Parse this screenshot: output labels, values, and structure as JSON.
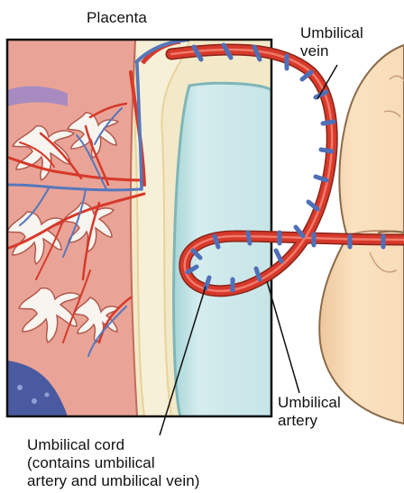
{
  "labels": {
    "placenta": "Placenta",
    "umbilical_vein": "Umbilical\nvein",
    "umbilical_artery": "Umbilical\nartery",
    "umbilical_cord": "Umbilical cord\n(contains umbilical\nartery and umbilical vein)"
  },
  "colors": {
    "placenta_tissue": "#e8a69a",
    "decidua": "#f5edd0",
    "amniotic_fluid": "#cfe8ea",
    "artery": "#d7392a",
    "vein": "#5577bb",
    "fetus_skin": "#f8dcb8",
    "villi": "#f8f4ef",
    "maternal_layer": "#4a5aa0"
  }
}
